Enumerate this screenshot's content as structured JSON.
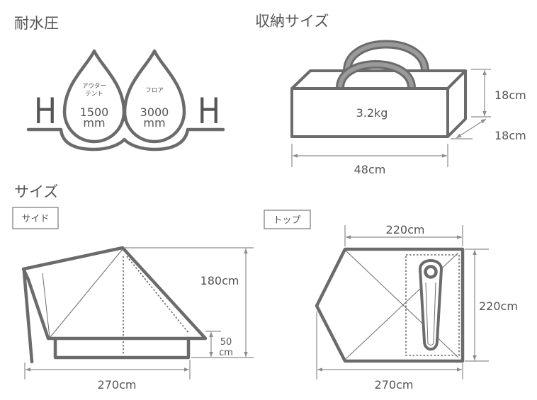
{
  "headings": {
    "water_pressure": "耐水圧",
    "storage_size": "収納サイズ",
    "size": "サイズ"
  },
  "water_pressure": {
    "left_h": "H",
    "right_h": "H",
    "outer_tent": {
      "label_line1": "アウター",
      "label_line2": "テント",
      "value": "1500",
      "unit": "mm"
    },
    "floor": {
      "label": "フロア",
      "value": "3000",
      "unit": "mm"
    }
  },
  "storage": {
    "weight": "3.2kg",
    "height": "18cm",
    "depth": "18cm",
    "width": "48cm"
  },
  "size": {
    "side": {
      "label": "サイド",
      "height": "180cm",
      "floor_height_value": "50",
      "floor_height_unit": "cm",
      "length": "270cm"
    },
    "top": {
      "label": "トップ",
      "width": "220cm",
      "depth": "220cm",
      "length": "270cm"
    }
  },
  "colors": {
    "line": "#6b6b6b",
    "dimension": "#8c8c8c",
    "text": "#555555"
  }
}
